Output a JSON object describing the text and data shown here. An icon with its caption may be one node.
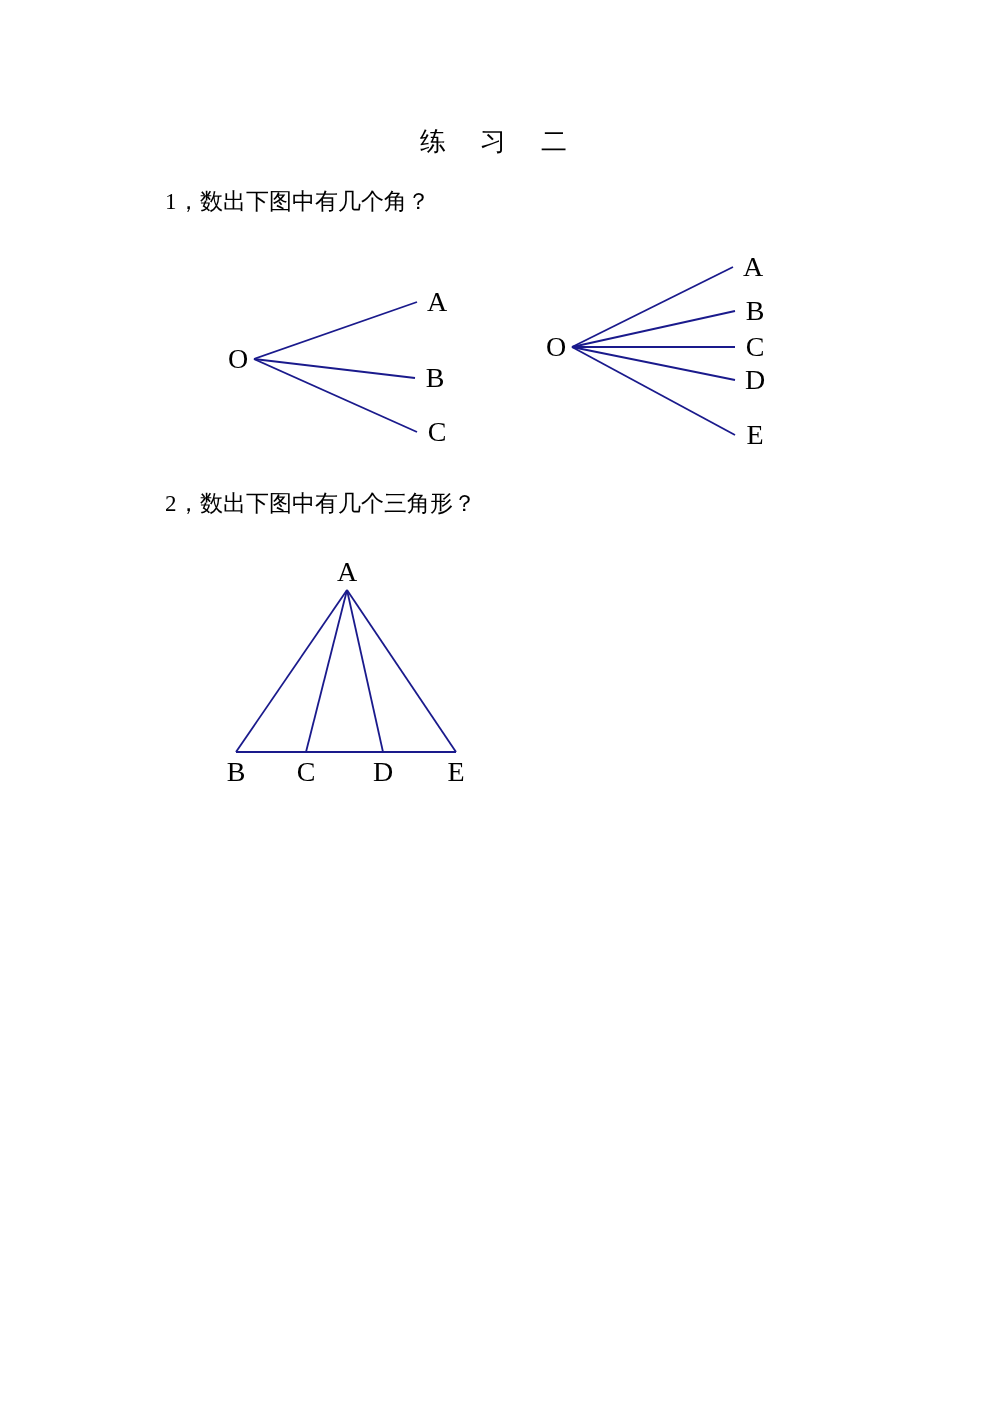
{
  "diagram": {
    "title": "练 习 二",
    "nodes": [
      {
        "text": [
          "O"
        ]
      },
      {
        "text": [
          "A"
        ]
      },
      {
        "text": [
          "B"
        ]
      },
      {
        "text": [
          "C"
        ]
      },
      {
        "text": [
          "O"
        ]
      },
      {
        "text": [
          "A"
        ]
      },
      {
        "text": [
          "B"
        ]
      },
      {
        "text": [
          "C"
        ]
      },
      {
        "text": [
          "D"
        ]
      },
      {
        "text": [
          "E"
        ]
      },
      {
        "text": [
          "A"
        ]
      },
      {
        "text": [
          "B"
        ]
      },
      {
        "text": [
          "C"
        ]
      },
      {
        "text": [
          "D"
        ]
      },
      {
        "text": [
          "E"
        ]
      }
    ],
    "edges": [
      {
        "from": 0,
        "to": 1,
        "arrow": "none"
      },
      {
        "from": 0,
        "to": 2,
        "arrow": "none"
      },
      {
        "from": 0,
        "to": 3,
        "arrow": "none"
      },
      {
        "from": 4,
        "to": 5,
        "arrow": "none"
      },
      {
        "from": 4,
        "to": 6,
        "arrow": "none"
      },
      {
        "from": 4,
        "to": 7,
        "arrow": "none"
      },
      {
        "from": 4,
        "to": 8,
        "arrow": "none"
      },
      {
        "from": 4,
        "to": 9,
        "arrow": "none"
      },
      {
        "from": 10,
        "to": 11,
        "arrow": "none"
      },
      {
        "from": 10,
        "to": 12,
        "arrow": "none"
      },
      {
        "from": 10,
        "to": 13,
        "arrow": "none"
      },
      {
        "from": 10,
        "to": 14,
        "arrow": "none"
      },
      {
        "from": 11,
        "to": 12,
        "arrow": "none"
      },
      {
        "from": 12,
        "to": 13,
        "arrow": "none"
      },
      {
        "from": 13,
        "to": 14,
        "arrow": "none"
      }
    ],
    "labels": [
      "1，数出下图中有几个角？",
      "2，数出下图中有几个三角形？"
    ]
  }
}
